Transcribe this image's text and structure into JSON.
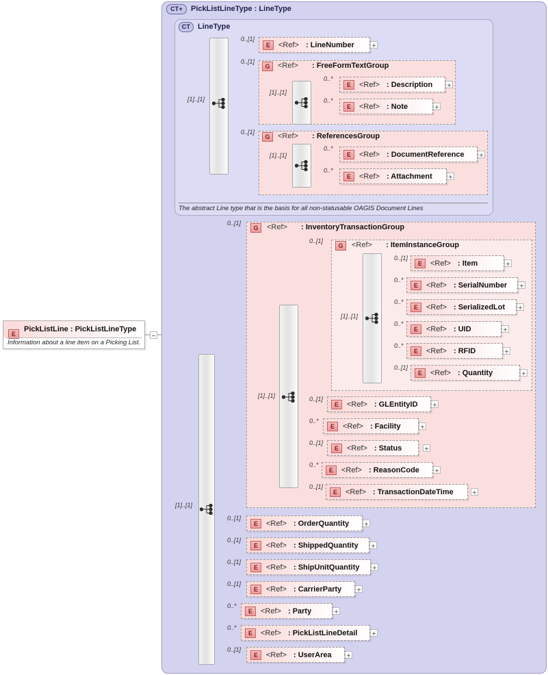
{
  "diagram": {
    "root_element": {
      "badge": "E",
      "title": "PickListLine : PickListLineType",
      "description": "Information about a line item on a Picking List."
    },
    "outer_type": {
      "badge": "CT",
      "badge_plus": "+",
      "title": "PickListLineType : LineType"
    },
    "inner_type": {
      "badge": "CT",
      "title": "LineType",
      "annotation": "The abstract Line type that is the basis for all non-statusable OAGIS Document Lines"
    },
    "ref_label": "<Ref>",
    "linetype_children": [
      {
        "occ": "0..[1]",
        "badge": "E",
        "ref": "<Ref>",
        "name": ": LineNumber"
      },
      {
        "occ": "0..[1]",
        "badge": "G",
        "ref": "<Ref>",
        "name": ": FreeFormTextGroup"
      },
      {
        "occ": "0..[1]",
        "badge": "G",
        "ref": "<Ref>",
        "name": ": ReferencesGroup"
      }
    ],
    "freeformtextgroup": {
      "occ_inner": "[1]..[1]",
      "children": [
        {
          "occ": "0..*",
          "badge": "E",
          "ref": "<Ref>",
          "name": ": Description"
        },
        {
          "occ": "0..*",
          "badge": "E",
          "ref": "<Ref>",
          "name": ": Note"
        }
      ]
    },
    "referencesgroup": {
      "occ_inner": "[1]..[1]",
      "children": [
        {
          "occ": "0..*",
          "badge": "E",
          "ref": "<Ref>",
          "name": ": DocumentReference"
        },
        {
          "occ": "0..*",
          "badge": "E",
          "ref": "<Ref>",
          "name": ": Attachment"
        }
      ]
    },
    "inventory_transaction_group": {
      "occ": "0..[1]",
      "badge": "G",
      "ref": "<Ref>",
      "name": ": InventoryTransactionGroup",
      "occ_inner": "[1]..[1]",
      "children": [
        {
          "occ": "0..[1]",
          "badge": "G",
          "ref": "<Ref>",
          "name": ": ItemInstanceGroup"
        },
        {
          "occ": "0..[1]",
          "badge": "E",
          "ref": "<Ref>",
          "name": ": GLEntityID"
        },
        {
          "occ": "0..*",
          "badge": "E",
          "ref": "<Ref>",
          "name": ": Facility"
        },
        {
          "occ": "0..[1]",
          "badge": "E",
          "ref": "<Ref>",
          "name": ": Status"
        },
        {
          "occ": "0..*",
          "badge": "E",
          "ref": "<Ref>",
          "name": ": ReasonCode"
        },
        {
          "occ": "0..[1]",
          "badge": "E",
          "ref": "<Ref>",
          "name": ": TransactionDateTime"
        }
      ]
    },
    "item_instance_group": {
      "occ_inner": "[1]..[1]",
      "children": [
        {
          "occ": "0..[1]",
          "badge": "E",
          "ref": "<Ref>",
          "name": ": Item"
        },
        {
          "occ": "0..*",
          "badge": "E",
          "ref": "<Ref>",
          "name": ": SerialNumber"
        },
        {
          "occ": "0..*",
          "badge": "E",
          "ref": "<Ref>",
          "name": ": SerializedLot"
        },
        {
          "occ": "0..*",
          "badge": "E",
          "ref": "<Ref>",
          "name": ": UID"
        },
        {
          "occ": "0..*",
          "badge": "E",
          "ref": "<Ref>",
          "name": ": RFID"
        },
        {
          "occ": "0..[1]",
          "badge": "E",
          "ref": "<Ref>",
          "name": ": Quantity"
        }
      ]
    },
    "picklist_children": [
      {
        "occ": "0..[1]",
        "badge": "E",
        "ref": "<Ref>",
        "name": ": OrderQuantity"
      },
      {
        "occ": "0..[1]",
        "badge": "E",
        "ref": "<Ref>",
        "name": ": ShippedQuantity"
      },
      {
        "occ": "0..[1]",
        "badge": "E",
        "ref": "<Ref>",
        "name": ": ShipUnitQuantity"
      },
      {
        "occ": "0..[1]",
        "badge": "E",
        "ref": "<Ref>",
        "name": ": CarrierParty"
      },
      {
        "occ": "0..*",
        "badge": "E",
        "ref": "<Ref>",
        "name": ": Party"
      },
      {
        "occ": "0..*",
        "badge": "E",
        "ref": "<Ref>",
        "name": ": PickListLineDetail"
      },
      {
        "occ": "0..[1]",
        "badge": "E",
        "ref": "<Ref>",
        "name": ": UserArea"
      }
    ],
    "main_sequence_occ": "[1]..[1]",
    "linetype_sequence_occ": "[1]..[1]",
    "colors": {
      "container_purple": "#d3d3f0",
      "group_pink": "#fbdfdf",
      "badge_red": "#ee9a9a",
      "badge_purple": "#c5c5e8",
      "line_gray": "#8a8a8a"
    }
  }
}
